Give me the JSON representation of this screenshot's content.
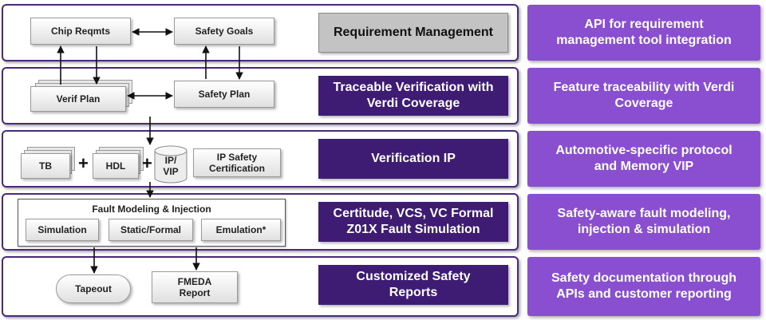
{
  "rows": [
    {
      "middle": "Requirement Management",
      "side": "API for requirement management tool integration"
    },
    {
      "middle": "Traceable Verification with Verdi Coverage",
      "side": "Feature traceability with Verdi Coverage"
    },
    {
      "middle": "Verification IP",
      "side": "Automotive-specific protocol and Memory VIP"
    },
    {
      "middle": "Certitude, VCS, VC Formal Z01X Fault Simulation",
      "side": "Safety-aware fault modeling, injection & simulation"
    },
    {
      "middle": "Customized Safety Reports",
      "side": "Safety documentation through APIs and customer reporting"
    }
  ],
  "flow": {
    "chip_reqmts": "Chip Reqmts",
    "safety_goals": "Safety Goals",
    "verif_plan": "Verif Plan",
    "safety_plan": "Safety Plan",
    "tb": "TB",
    "hdl": "HDL",
    "ip_vip": "IP/ VIP",
    "ip_safety_cert": "IP Safety Certification",
    "plus": "+",
    "fault_title": "Fault Modeling & Injection",
    "simulation": "Simulation",
    "static_formal": "Static/Formal",
    "emulation": "Emulation*",
    "tapeout": "Tapeout",
    "fmeda": "FMEDA Report"
  },
  "colors": {
    "row_border": "#4a2a7a",
    "middle_fill": "#3f1c73",
    "side_fill": "#8a4fd0",
    "gray_fill": "#c3c3c3"
  }
}
